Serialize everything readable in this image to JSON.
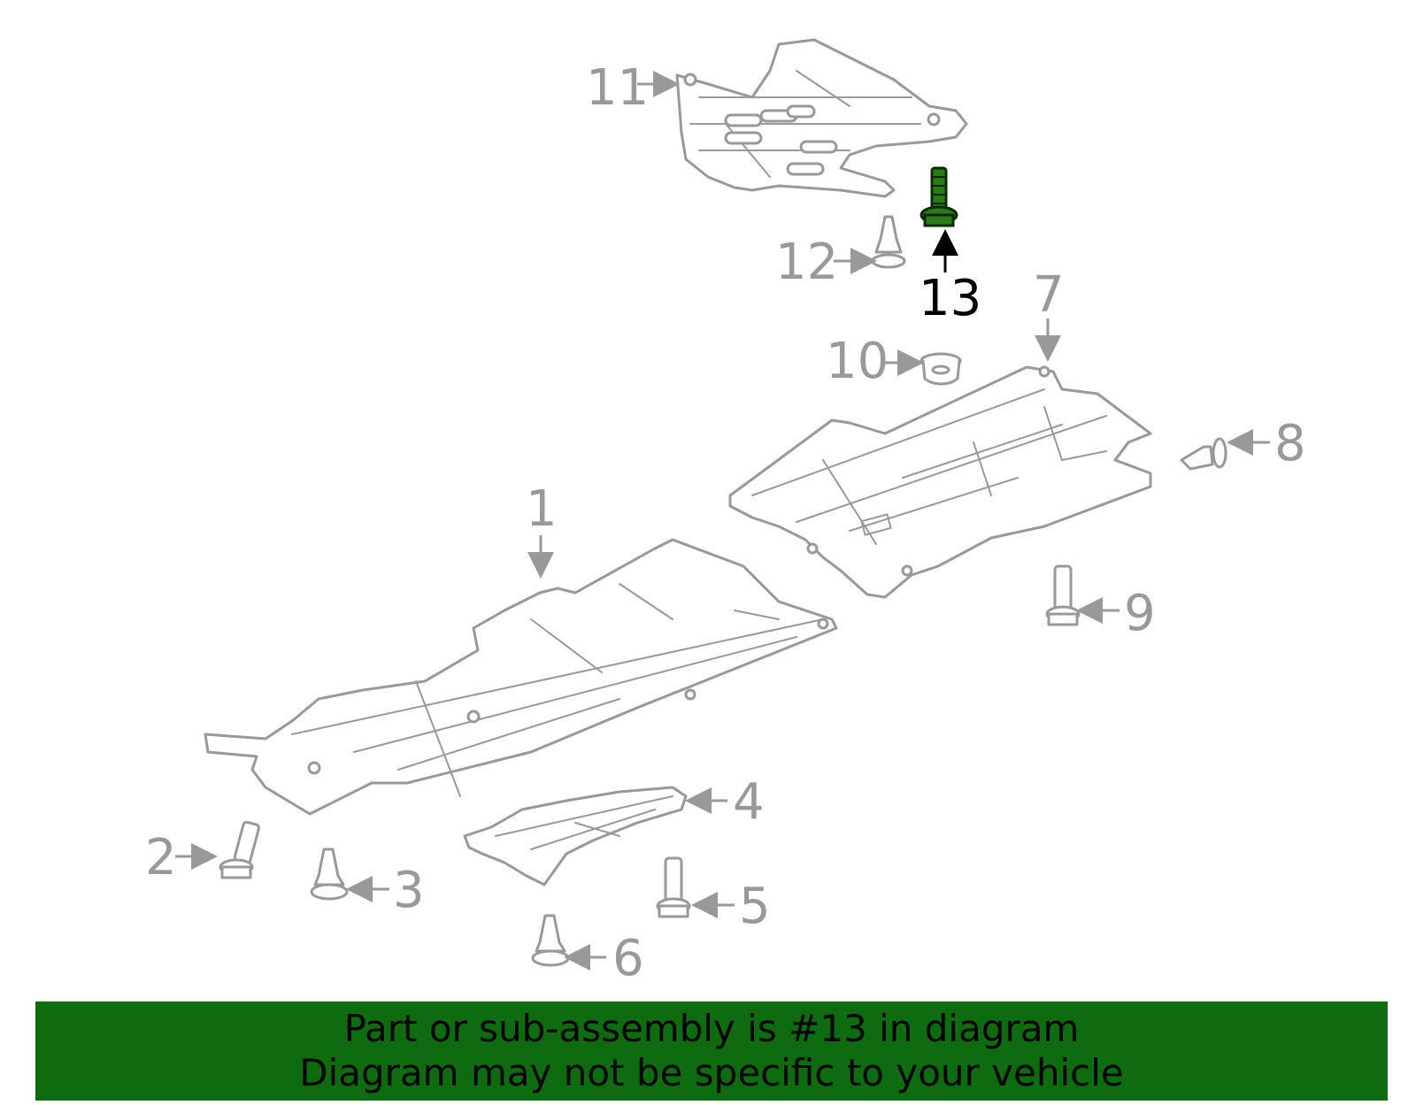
{
  "callouts": {
    "c1": "1",
    "c2": "2",
    "c3": "3",
    "c4": "4",
    "c5": "5",
    "c6": "6",
    "c7": "7",
    "c8": "8",
    "c9": "9",
    "c10": "10",
    "c11": "11",
    "c12": "12",
    "c13": "13"
  },
  "highlighted_part": "13",
  "colors": {
    "line_art": "#999999",
    "highlight_part": "#2a7a1a",
    "banner_background": "#0f6b0f",
    "banner_text": "#000000"
  },
  "banner": {
    "line1": "Part or sub-assembly is #13 in diagram",
    "line2": "Diagram may not be specific to your vehicle"
  }
}
